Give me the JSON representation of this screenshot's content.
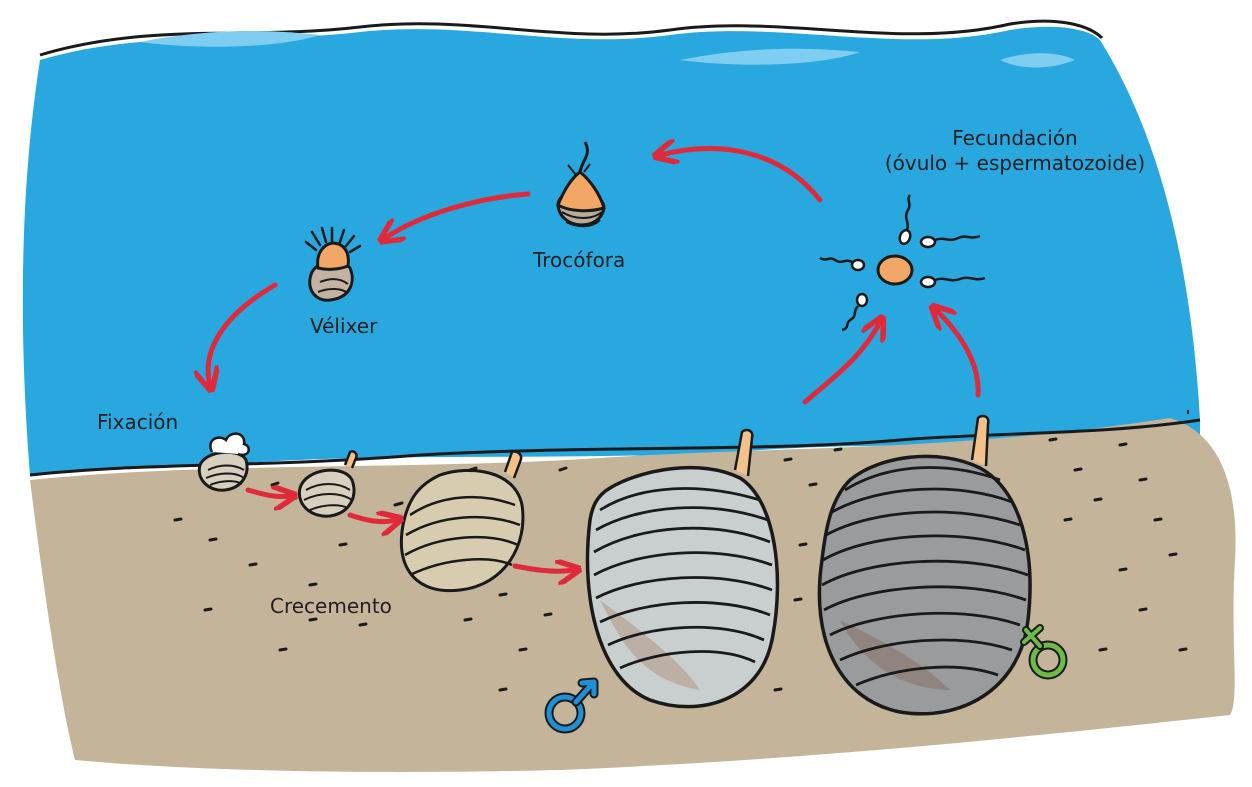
{
  "labels": {
    "fecundacion_line1": "Fecundación",
    "fecundacion_line2": "(óvulo + espermatozoide)",
    "trocofora": "Trocófora",
    "velixer": "Vélixer",
    "fixacion": "Fixación",
    "crecemento": "Crecemento"
  },
  "symbols": {
    "male": "male-symbol",
    "female": "female-symbol"
  },
  "colors": {
    "water": "#29a8e0",
    "sand": "#c4b49a",
    "arrow": "#e02a3c",
    "egg": "#f2a766",
    "male_symbol": "#1f8fd6",
    "female_symbol": "#6bbd45",
    "outline": "#1a1a1a"
  }
}
